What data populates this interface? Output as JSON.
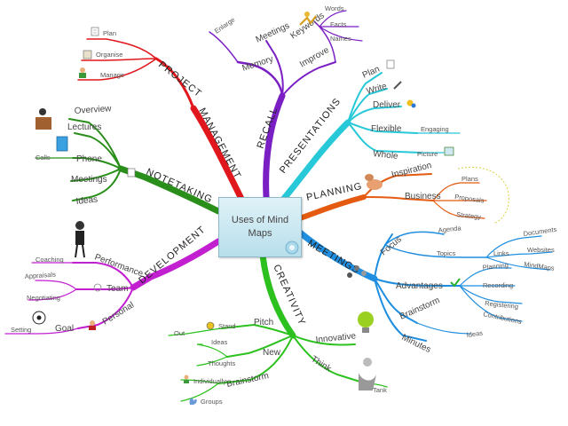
{
  "center": {
    "line1": "Uses of Mind",
    "line2": "Maps"
  },
  "colors": {
    "management": "#e0171c",
    "recall": "#7a1fc4",
    "presentations": "#27c8d8",
    "planning": "#e45a10",
    "meetings": "#1f8ee0",
    "creativity": "#2cc11e",
    "development": "#c21fd1",
    "notetaking": "#2a8f1a"
  },
  "branches": {
    "management": {
      "label": "PROJECT MANAGEMENT",
      "items": [
        "Plan",
        "Organise",
        "Manage"
      ]
    },
    "recall": {
      "label": "RECALL",
      "memory": "Memory",
      "enlarge": "Enlarge",
      "meetings": "Meetings",
      "improve": "Improve",
      "keywords": "Keywords",
      "words": "Words",
      "facts": "Facts",
      "names": "Names"
    },
    "presentations": {
      "label": "PRESENTATIONS",
      "plan": "Plan",
      "write": "Write",
      "deliver": "Deliver",
      "flexible": "Flexible",
      "engaging": "Engaging",
      "whole": "Whole",
      "picture": "Picture"
    },
    "planning": {
      "label": "PLANNING",
      "inspiration": "Inspiration",
      "business": "Business",
      "plans": "Plans",
      "proposals": "Proposals",
      "strategy": "Strategy"
    },
    "meetings": {
      "label": "MEETINGS",
      "focus": "Focus",
      "agenda": "Agenda",
      "topics": "Topics",
      "links": "Links",
      "documents": "Documents",
      "websites": "Websites",
      "mindmaps": "MindMaps",
      "advantages": "Advantages",
      "planning": "Planning",
      "recording": "Recording",
      "registering": "Registering",
      "contributions": "Contributions",
      "brainstorm": "Brainstorm",
      "ideas": "Ideas",
      "minutes": "Minutes"
    },
    "creativity": {
      "label": "CREATIVITY",
      "innovative": "Innovative",
      "think": "Think",
      "tank": "Tank",
      "pitch": "Pitch",
      "stand": "Stand",
      "out": "Out",
      "new": "New",
      "ideas": "Ideas",
      "thoughts": "Thoughts",
      "brainstorm": "Brainstorm",
      "individually": "Individually",
      "groups": "Groups"
    },
    "development": {
      "label": "DEVELOPMENT",
      "performance": "Performance",
      "coaching": "Coaching",
      "team": "Team",
      "appraisals": "Appraisals",
      "negotiating": "Negotiating",
      "personal": "Personal",
      "goal": "Goal",
      "setting": "Setting"
    },
    "notetaking": {
      "label": "NOTETAKING",
      "overview": "Overview",
      "lectures": "Lectures",
      "phone": "Phone",
      "calls": "Calls",
      "meetings": "Meetings",
      "ideas": "Ideas"
    }
  }
}
